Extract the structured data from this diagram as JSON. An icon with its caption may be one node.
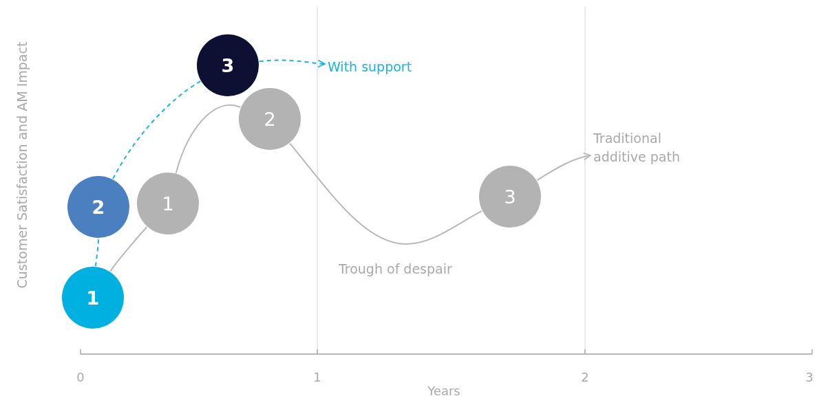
{
  "diagram": {
    "nodes": [
      {
        "text": [
          "1"
        ]
      },
      {
        "text": [
          "2"
        ]
      },
      {
        "text": [
          "3"
        ]
      },
      {
        "text": [
          "With support"
        ]
      },
      {
        "text": [
          "1"
        ]
      },
      {
        "text": [
          "2"
        ]
      },
      {
        "text": [
          "3"
        ]
      },
      {
        "text": [
          "Traditional additive path"
        ]
      }
    ],
    "edges": [
      {
        "from": 0,
        "to": 4,
        "arrow": "none"
      },
      {
        "from": 4,
        "to": 5,
        "arrow": "none"
      },
      {
        "from": 5,
        "to": 6,
        "arrow": "none"
      },
      {
        "from": 6,
        "to": 7,
        "arrow": "to"
      },
      {
        "from": 0,
        "to": 1,
        "arrow": "none",
        "style": "dashed",
        "color": "#1ab4e0"
      },
      {
        "from": 1,
        "to": 2,
        "arrow": "none",
        "style": "dashed",
        "color": "#1ab4e0"
      },
      {
        "from": 2,
        "to": 3,
        "arrow": "to",
        "style": "dashed",
        "color": "#1ab4e0"
      }
    ],
    "labels": [
      "Customer Satisfaction and AM Impact",
      "Trough of despair",
      "0",
      "1",
      "2",
      "3",
      "Years"
    ]
  }
}
